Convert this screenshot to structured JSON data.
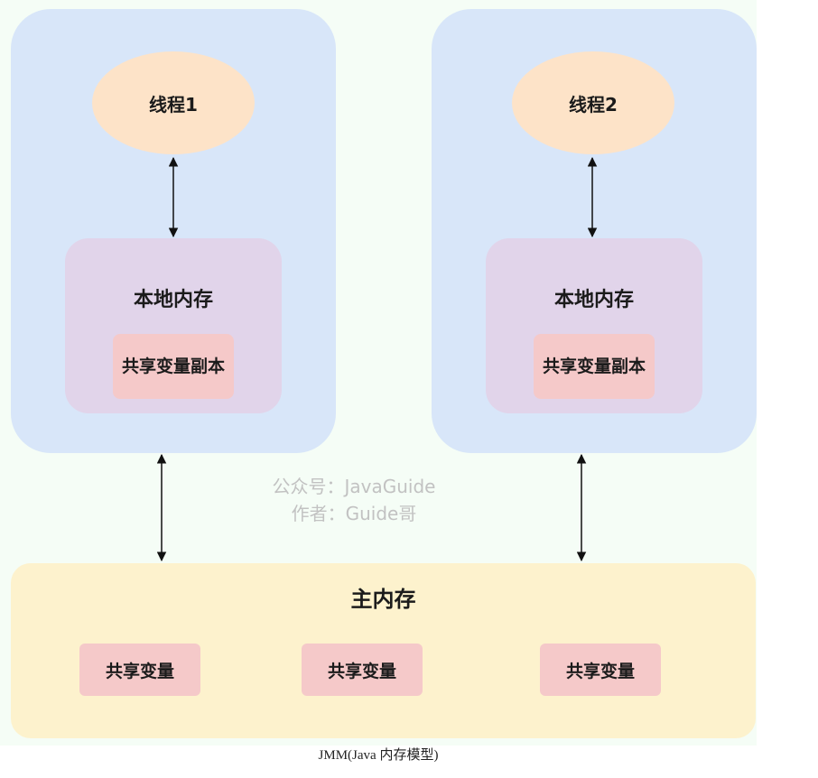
{
  "thread_1": {
    "label": "线程1",
    "local_memory": {
      "title": "本地内存",
      "copy": "共享变量副本"
    }
  },
  "thread_2": {
    "label": "线程2",
    "local_memory": {
      "title": "本地内存",
      "copy": "共享变量副本"
    }
  },
  "main_memory": {
    "title": "主内存",
    "shared_variables": [
      "共享变量",
      "共享变量",
      "共享变量"
    ]
  },
  "watermark": {
    "line_1": "公众号：JavaGuide",
    "line_2": "作者：Guide哥"
  },
  "caption": "JMM(Java 内存模型)",
  "colors": {
    "canvas_background": "#f5fdf6",
    "thread_box": "#d8e6f9",
    "thread_ellipse": "#fde3c8",
    "local_memory": "#e1d4ea",
    "variable_box": "#f5c9c9",
    "main_memory": "#fdf2cd",
    "watermark_text": "#c2c2c2"
  }
}
